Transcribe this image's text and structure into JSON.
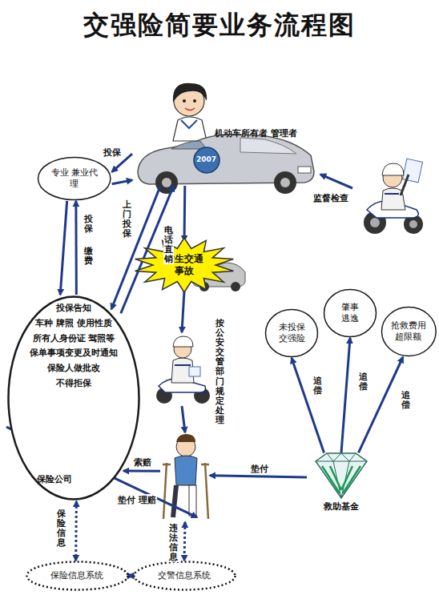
{
  "diagram": {
    "title": "交强险简要业务流程图",
    "nodes": [
      {
        "text": [
          "机动车所有者 管理者"
        ]
      },
      {
        "text": [
          "专业 兼业代理"
        ]
      },
      {
        "text": []
      },
      {
        "text": [
          "发生交通事故"
        ]
      },
      {
        "text": []
      },
      {
        "text": []
      },
      {
        "text": [
          "投保告知",
          "车种 牌照 使用性质",
          "所有人身份证 驾照等",
          "保单事项变更及时通知",
          "保险人做批改",
          "不得拒保",
          "保险公司"
        ]
      },
      {
        "text": [
          "救助基金"
        ]
      },
      {
        "text": [
          "未投保交强险"
        ]
      },
      {
        "text": [
          "肇事逃逸"
        ]
      },
      {
        "text": [
          "抢救费用超限额"
        ]
      },
      {
        "text": [
          "保险信息系统"
        ]
      },
      {
        "text": [
          "交警信息系统"
        ]
      }
    ],
    "edges": [
      {
        "from": 0,
        "to": 1,
        "label": "投保",
        "arrow": "to"
      },
      {
        "from": 1,
        "to": 0,
        "arrow": "to"
      },
      {
        "from": 1,
        "to": 6,
        "label": "投保",
        "arrow": "to"
      },
      {
        "from": 6,
        "to": 1,
        "label": "缴费",
        "arrow": "to"
      },
      {
        "from": 0,
        "to": 6,
        "label": "上门投保",
        "arrow": "to"
      },
      {
        "from": 6,
        "to": 0,
        "label": "电话直销",
        "arrow": "to"
      },
      {
        "from": 2,
        "to": 0,
        "label": "监督检查",
        "arrow": "to"
      },
      {
        "from": 0,
        "to": 3,
        "arrow": "to"
      },
      {
        "from": 3,
        "to": 4,
        "label": "按公安交管部门规定处理",
        "arrow": "to"
      },
      {
        "from": 4,
        "to": 5,
        "arrow": "to"
      },
      {
        "from": 5,
        "to": 6,
        "label": "索赔",
        "arrow": "to"
      },
      {
        "from": 6,
        "to": 5,
        "label": "垫付 理赔",
        "arrow": "to"
      },
      {
        "from": 7,
        "to": 5,
        "label": "垫付",
        "arrow": "to"
      },
      {
        "from": 7,
        "to": 8,
        "label": "追偿",
        "arrow": "to"
      },
      {
        "from": 7,
        "to": 9,
        "label": "追偿",
        "arrow": "to"
      },
      {
        "from": 7,
        "to": 10,
        "label": "追偿",
        "arrow": "to"
      },
      {
        "from": 6,
        "to": 11,
        "label": "保险信息",
        "arrow": "both"
      },
      {
        "from": 5,
        "to": 12,
        "label": "违法信息",
        "arrow": "both"
      },
      {
        "from": 11,
        "to": 12,
        "arrow": "both"
      }
    ],
    "labels": [
      "2007"
    ]
  }
}
